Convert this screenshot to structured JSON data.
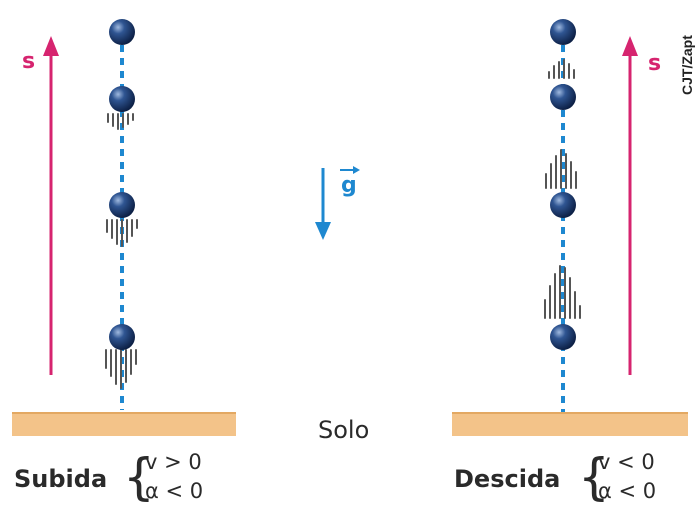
{
  "credit": "CJT/Zapt",
  "axis_label": "s",
  "gravity_label": "g",
  "ground_label": "Solo",
  "left_panel": {
    "title": "Subida",
    "cond_v": "v > 0",
    "cond_a": "α < 0"
  },
  "right_panel": {
    "title": "Descida",
    "cond_v": "v < 0",
    "cond_a": "α < 0"
  },
  "colors": {
    "axis_arrow": "#d6246f",
    "gravity_arrow": "#1e88d0",
    "trajectory": "#1e88d0",
    "ball": "#1d3a6b",
    "ground": "#f3c389",
    "ground_edge": "#e3a862",
    "motion_lines": "#555555",
    "text": "#2a2a2a"
  }
}
